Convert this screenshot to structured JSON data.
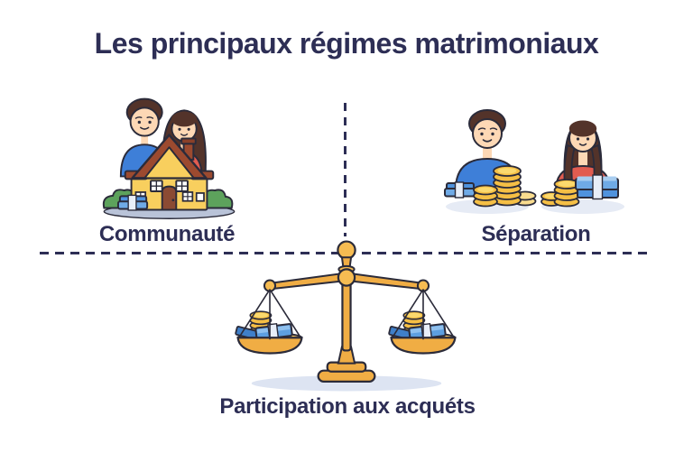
{
  "title": "Les principaux régimes matrimoniaux",
  "sections": {
    "communaute": {
      "label": "Communauté",
      "icon": "couple-with-shared-house-illustration"
    },
    "separation": {
      "label": "Séparation",
      "icon": "man-and-woman-with-separate-money-illustration"
    },
    "participation": {
      "label": "Participation aux acquéts",
      "icon": "balanced-scale-with-money-illustration"
    }
  },
  "colors": {
    "text_navy": "#2d2e55",
    "background": "#ffffff",
    "divider_navy": "#2d2e55",
    "outline": "#2b2b3a",
    "shirt_blue": "#3e7fd8",
    "shirt_red": "#e25c50",
    "skin": "#fdd8b5",
    "hair_brown": "#53332a",
    "house_yellow": "#f8cf5e",
    "roof_brown": "#9c4a2f",
    "bush_green": "#5da25c",
    "coin_gold": "#f5bf45",
    "bill_blue": "#5d9fe0",
    "scale_gold": "#f0ad44",
    "ground_gray": "#b9c3d8",
    "soft_shadow": "#e6ebf5"
  }
}
